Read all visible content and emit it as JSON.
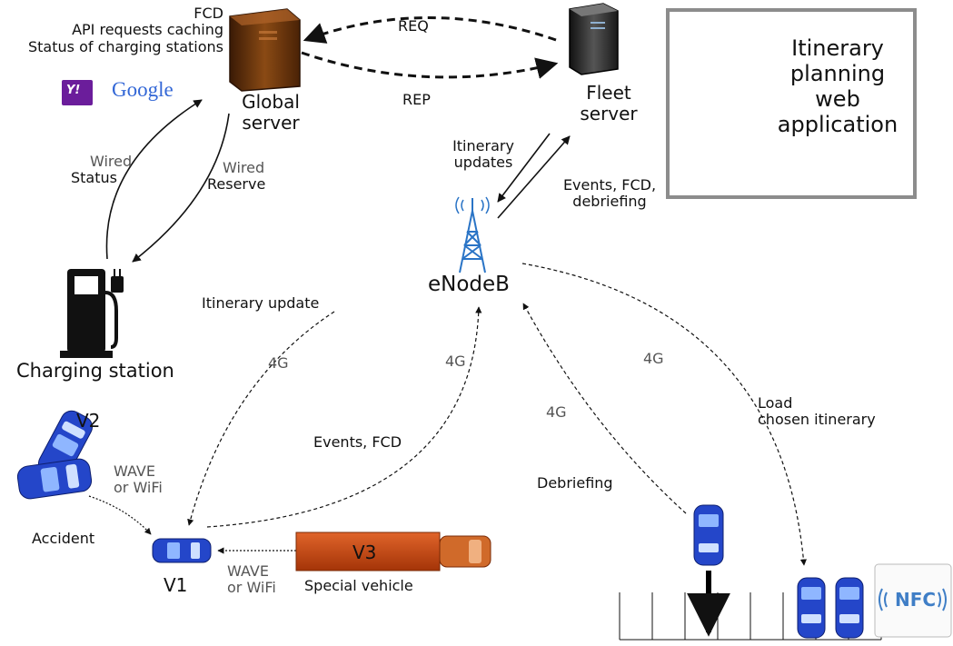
{
  "global_server": {
    "services": [
      "FCD",
      "API requests caching",
      "Status of charging stations"
    ],
    "label_line1": "Global",
    "label_line2": "server",
    "logos": {
      "yahoo": "Y!",
      "google": "Google"
    }
  },
  "fleet_server": {
    "label_line1": "Fleet",
    "label_line2": "server"
  },
  "links": {
    "req": "REQ",
    "rep": "REP",
    "wired_status": {
      "medium": "Wired",
      "label": "Status"
    },
    "wired_reserve": {
      "medium": "Wired",
      "label": "Reserve"
    },
    "itinerary_updates": [
      "Itinerary",
      "updates"
    ],
    "events_fcd_debriefing": [
      "Events, FCD,",
      "debriefing"
    ],
    "itinerary_update": "Itinerary update",
    "events_fcd": "Events, FCD",
    "debriefing": "Debriefing",
    "load_chosen_itinerary": [
      "Load",
      "chosen itinerary"
    ],
    "g4_a": "4G",
    "g4_b": "4G",
    "g4_c": "4G",
    "g4_d": "4G",
    "wave_a": [
      "WAVE",
      "or WiFi"
    ],
    "wave_b": [
      "WAVE",
      "or WiFi"
    ]
  },
  "enodeb": {
    "label": "eNodeB"
  },
  "charging_station": {
    "label": "Charging station"
  },
  "vehicles": {
    "v1": "V1",
    "v2": "V2",
    "v3": "V3",
    "accident": "Accident",
    "special_vehicle": "Special vehicle"
  },
  "itinerary_app": {
    "lines": [
      "Itinerary",
      "planning",
      "web",
      "application"
    ]
  },
  "nfc": {
    "label": "NFC"
  },
  "colors": {
    "server_brown": "#7a3a0c",
    "server_dark": "#2a2a2a",
    "car_blue": "#2446c9",
    "truck_orange": "#c94a12",
    "tower_blue": "#2a74c6",
    "frame_gray": "#8c8c8c"
  }
}
